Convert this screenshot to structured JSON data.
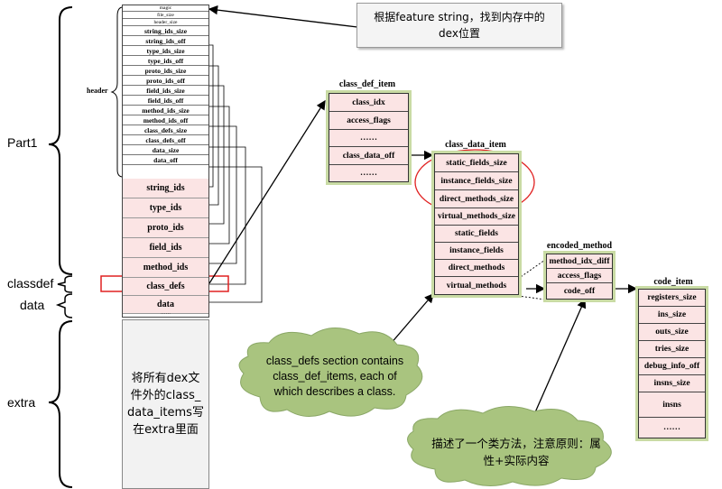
{
  "side_labels": {
    "part1": "Part1",
    "classdef": "classdef",
    "data": "data",
    "extra": "extra",
    "header": "header"
  },
  "header_fields": [
    "magic",
    "file_size",
    "header_size",
    "string_ids_size",
    "string_ids_off",
    "type_ids_size",
    "type_ids_off",
    "proto_ids_size",
    "proto_ids_off",
    "field_ids_size",
    "field_ids_off",
    "method_ids_size",
    "method_ids_off",
    "class_defs_size",
    "class_defs_off",
    "data_size",
    "data_off"
  ],
  "sections": [
    "string_ids",
    "type_ids",
    "proto_ids",
    "field_ids",
    "method_ids",
    "class_defs",
    "data"
  ],
  "footer_dots": "……",
  "extra_text": "将所有dex文件外的class_data_items写在extra里面",
  "top_callout": "根据feature string，找到内存中的dex位置",
  "class_def_item": {
    "title": "class_def_item",
    "rows": [
      "class_idx",
      "access_flags",
      "……",
      "class_data_off",
      "……"
    ]
  },
  "class_data_item": {
    "title": "class_data_item",
    "rows": [
      "static_fields_size",
      "instance_fields_size",
      "direct_methods_size",
      "virtual_methods_size",
      "static_fields",
      "instance_fields",
      "direct_methods",
      "virtual_methods"
    ]
  },
  "encoded_method": {
    "title": "encoded_method",
    "rows": [
      "method_idx_diff",
      "access_flags",
      "code_off"
    ]
  },
  "code_item": {
    "title": "code_item",
    "rows": [
      "registers_size",
      "ins_size",
      "outs_size",
      "tries_size",
      "debug_info_off",
      "insns_size",
      "insns",
      "……"
    ]
  },
  "cloud1": "class_defs section contains class_def_items, each of which describes a class.",
  "cloud2": "描述了一个类方法，注意原则：属性+实际内容",
  "colors": {
    "record_fill": "#fbe4e4",
    "glow": "#c9dba4",
    "cloud": "#a9c47f",
    "highlight": "#e02020"
  }
}
